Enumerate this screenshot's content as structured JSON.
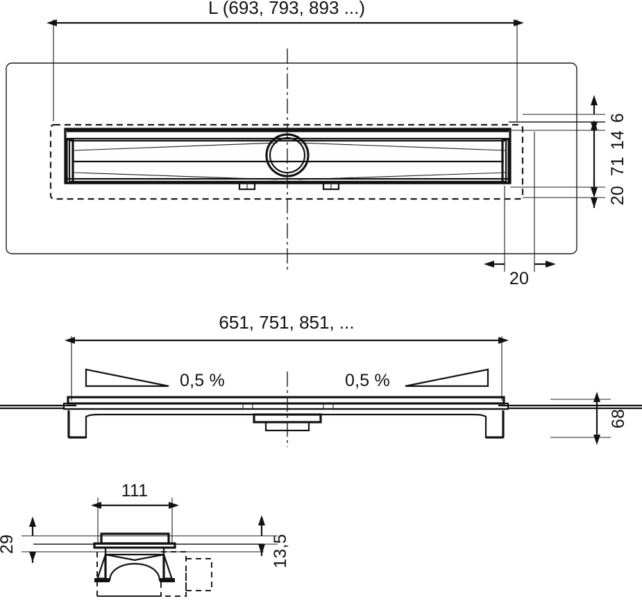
{
  "document": {
    "type": "technical-drawing",
    "subject": "Linear shower drain channel — plan view, longitudinal section and cross-section",
    "units": "mm",
    "background_color": "#ffffff",
    "line_color": "#111111"
  },
  "views": {
    "plan": {
      "name": "plan-view",
      "title_dimension": "L (693, 793, 893 ...)",
      "bottom_dimension": "20",
      "right_dimensions": [
        "6",
        "14",
        "71",
        "20"
      ],
      "right_dimension_stack_label": "20 71 14 6"
    },
    "section": {
      "name": "longitudinal-section-view",
      "top_dimension": "651, 751, 851, ...",
      "slope_left": "0,5 %",
      "slope_right": "0,5 %",
      "height_dimension": "68"
    },
    "cross_section": {
      "name": "cross-section-view",
      "width_dimension": "111",
      "left_dimension": "29",
      "right_dimension": "13,5"
    }
  },
  "labels": {
    "length_overall": "L (693, 793, 893 ...)",
    "length_inner": "651, 751, 851, ...",
    "slope": "0,5 %",
    "edge_offset": "20",
    "depth_total": "68",
    "grate_width": "111",
    "flange_height": "29",
    "grate_thickness": "13,5",
    "d6": "6",
    "d14": "14",
    "d71": "71",
    "d20": "20"
  },
  "colors": {
    "stroke": "#111111",
    "stroke_light": "#1a1a1a",
    "background": "#ffffff"
  }
}
